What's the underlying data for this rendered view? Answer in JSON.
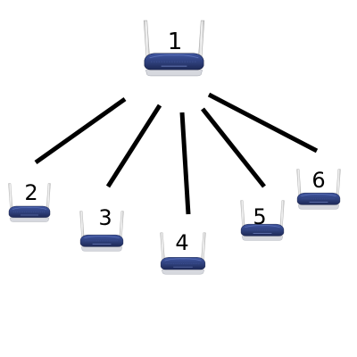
{
  "diagram": {
    "style": {
      "link_color": "#000000",
      "router_body_color": "#2e3f7a",
      "router_body_dark": "#1c2754",
      "router_antenna_color": "#e8e8e8",
      "router_base_color": "#c9ccd4"
    },
    "hub": {
      "id": "1",
      "label": "1",
      "icon": "wifi-router-icon"
    },
    "nodes": [
      {
        "id": "2",
        "label": "2",
        "icon": "wifi-router-icon"
      },
      {
        "id": "3",
        "label": "3",
        "icon": "wifi-router-icon"
      },
      {
        "id": "4",
        "label": "4",
        "icon": "wifi-router-icon"
      },
      {
        "id": "5",
        "label": "5",
        "icon": "wifi-router-icon"
      },
      {
        "id": "6",
        "label": "6",
        "icon": "wifi-router-icon"
      }
    ],
    "links": [
      {
        "from": "1",
        "to": "2"
      },
      {
        "from": "1",
        "to": "3"
      },
      {
        "from": "1",
        "to": "4"
      },
      {
        "from": "1",
        "to": "5"
      },
      {
        "from": "1",
        "to": "6"
      }
    ]
  }
}
